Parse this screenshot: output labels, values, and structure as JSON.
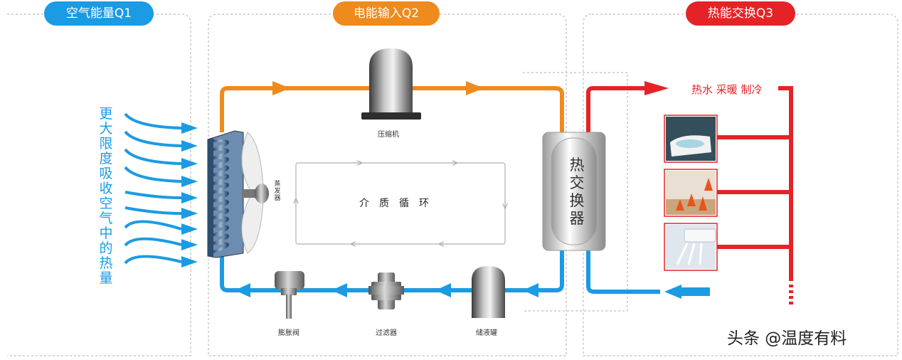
{
  "sections": {
    "air_energy": "空气能量Q1",
    "electric_input": "电能输入Q2",
    "heat_exchange": "热能交换Q3"
  },
  "side_text": [
    "更",
    "大",
    "限",
    "度",
    "吸",
    "收",
    "空",
    "气",
    "中",
    "的",
    "热",
    "量"
  ],
  "components": {
    "compressor": "压缩机",
    "evaporator": [
      "蒸",
      "发",
      "器"
    ],
    "heat_exchanger": [
      "热",
      "交",
      "换",
      "器"
    ],
    "expansion_valve": "膨胀阀",
    "filter": "过滤器",
    "reservoir": "储液罐"
  },
  "medium_cycle": "介质循环",
  "outputs": "热水 采暖 制冷",
  "watermark": "头条 @温度有料",
  "colors": {
    "blue": "#1a9be4",
    "orange": "#ef8a1c",
    "red": "#e52327"
  },
  "icons": [
    "compressor-icon",
    "evaporator-coil-icon",
    "fan-icon",
    "expansion-valve-icon",
    "filter-icon",
    "reservoir-icon",
    "bathtub-icon",
    "floor-heating-icon",
    "air-conditioner-icon"
  ]
}
